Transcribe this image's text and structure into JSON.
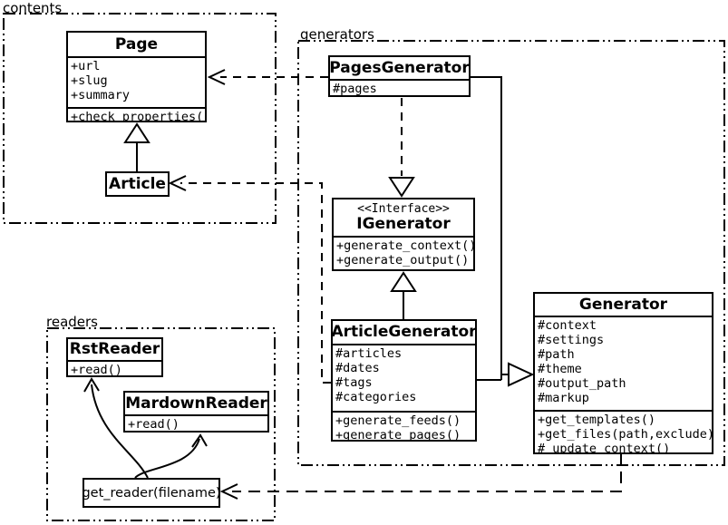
{
  "colors": {
    "line": "#000000",
    "background": "#ffffff",
    "box_fill": "#ffffff"
  },
  "packages": [
    {
      "label": "contents"
    },
    {
      "label": "generators"
    },
    {
      "label": "readers"
    }
  ],
  "classes": [
    {
      "name": "Page",
      "attributes": [
        "+url",
        "+slug",
        "+summary"
      ],
      "methods": [
        "+check_properties()"
      ]
    },
    {
      "name": "Article",
      "attributes": [],
      "methods": []
    },
    {
      "name": "PagesGenerator",
      "attributes": [
        "#pages"
      ],
      "methods": []
    },
    {
      "name": "IGenerator",
      "stereotype": "<<Interface>>",
      "attributes": [],
      "methods": [
        "+generate_context()",
        "+generate_output()"
      ]
    },
    {
      "name": "ArticleGenerator",
      "attributes": [
        "#articles",
        "#dates",
        "#tags",
        "#categories"
      ],
      "methods": [
        "+generate_feeds()",
        "+generate_pages()"
      ]
    },
    {
      "name": "Generator",
      "attributes": [
        "#context",
        "#settings",
        "#path",
        "#theme",
        "#output_path",
        "#markup"
      ],
      "methods": [
        "+get_templates()",
        "+get_files(path,exclude)",
        "#_update_context()"
      ]
    },
    {
      "name": "RstReader",
      "attributes": [],
      "methods": [
        "+read()"
      ]
    },
    {
      "name": "MardownReader",
      "attributes": [],
      "methods": [
        "+read()"
      ]
    },
    {
      "name": "get_reader(filename)"
    }
  ],
  "relationships": [
    {
      "from": "Article",
      "to": "Page",
      "type": "generalization"
    },
    {
      "from": "PagesGenerator",
      "to": "Page",
      "type": "dependency"
    },
    {
      "from": "PagesGenerator",
      "to": "IGenerator",
      "type": "realization"
    },
    {
      "from": "ArticleGenerator",
      "to": "IGenerator",
      "type": "generalization"
    },
    {
      "from": "ArticleGenerator",
      "to": "Article",
      "type": "dependency"
    },
    {
      "from": "PagesGenerator",
      "to": "Generator",
      "type": "generalization"
    },
    {
      "from": "ArticleGenerator",
      "to": "Generator",
      "type": "generalization"
    },
    {
      "from": "Generator",
      "to": "get_reader(filename)",
      "type": "dependency"
    },
    {
      "from": "get_reader(filename)",
      "to": "RstReader",
      "type": "arrow"
    },
    {
      "from": "get_reader(filename)",
      "to": "MardownReader",
      "type": "arrow"
    }
  ]
}
